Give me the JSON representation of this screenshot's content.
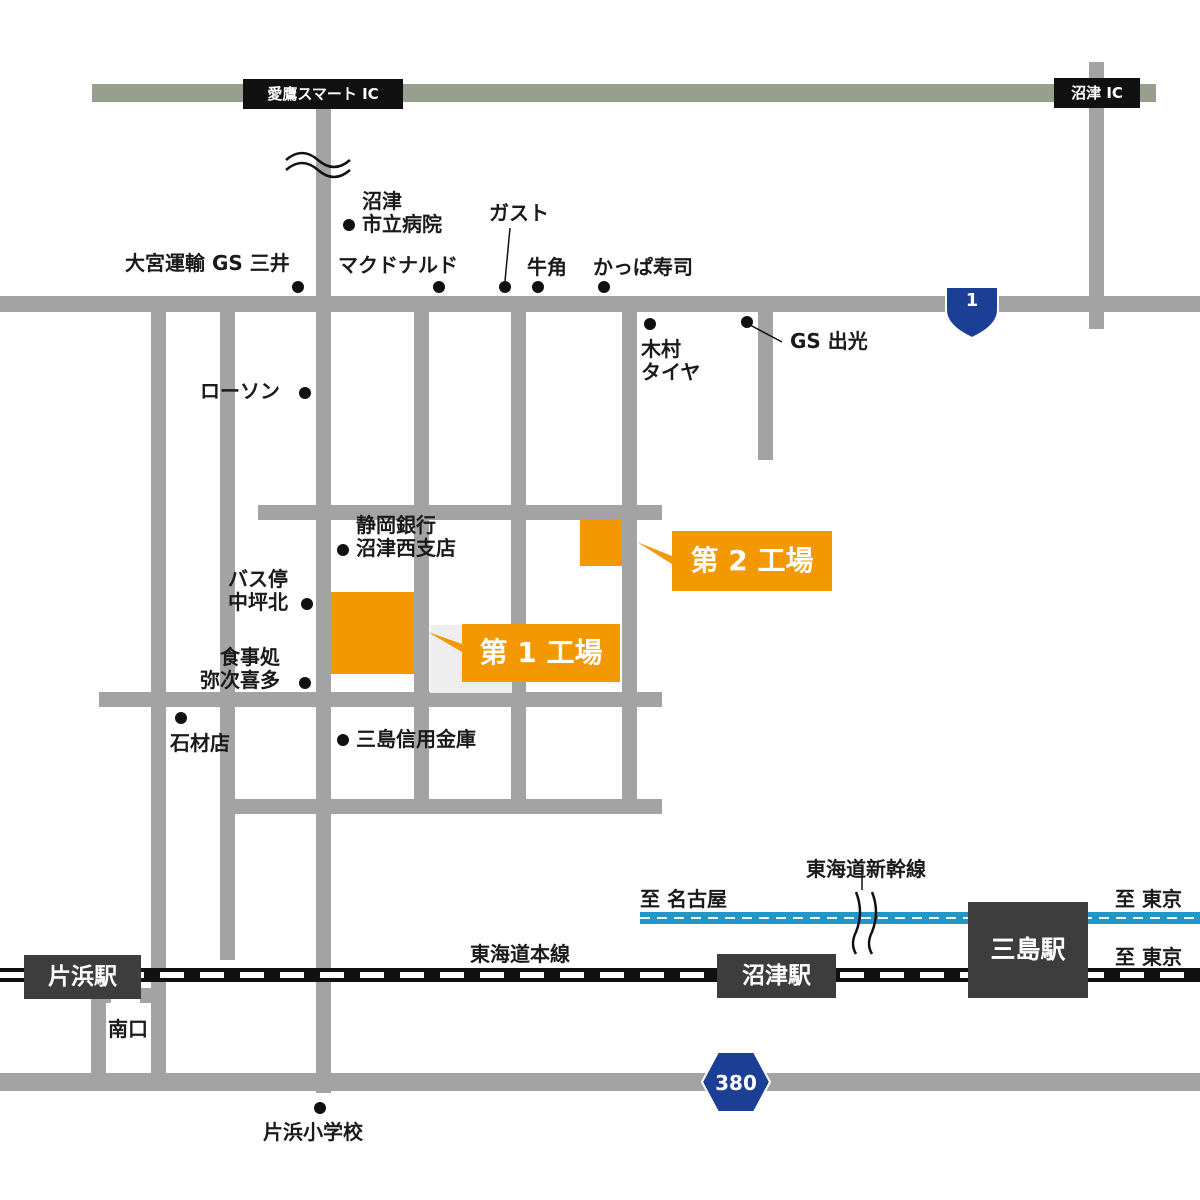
{
  "map": {
    "interchanges": {
      "aitaka_smart_ic": "愛鷹スマート IC",
      "numazu_ic": "沼津 IC"
    },
    "routes": {
      "route_1": "1",
      "route_380": "380"
    },
    "landmarks": {
      "numazu_hospital": "沼津\n市立病院",
      "gusto": "ガスト",
      "omiya_unyu_gs": "大宮運輸 GS 三井",
      "mcdonalds": "マクドナルド",
      "gyukaku": "牛角",
      "kappa_sushi": "かっぱ寿司",
      "kimura_tire": "木村\nタイヤ",
      "gs_idemitsu": "GS 出光",
      "lawson": "ローソン",
      "shizuoka_bank": "静岡銀行\n沼津西支店",
      "bus_stop": "バス停\n中坪北",
      "restaurant_yajikita": "食事処\n弥次喜多",
      "sekizaiten": "石材店",
      "mishima_shinkin": "三島信用金庫",
      "katahama_school": "片浜小学校",
      "minami_guchi": "南口"
    },
    "factories": {
      "factory_1": "第 1 工場",
      "factory_2": "第 2 工場"
    },
    "rail": {
      "shinkansen": "東海道新幹線",
      "tokaido_main": "東海道本線",
      "to_nagoya": "至  名古屋",
      "to_tokyo_upper": "至  東京",
      "to_tokyo_lower": "至  東京"
    },
    "stations": {
      "katahama": "片浜駅",
      "numazu": "沼津駅",
      "mishima": "三島駅"
    },
    "colors": {
      "road": "#a3a3a3",
      "expressway": "#97a08d",
      "factory": "#f39800",
      "route_badge": "#1b3f94",
      "shinkansen": "#1f97c9",
      "station": "#3d3d3d"
    }
  }
}
